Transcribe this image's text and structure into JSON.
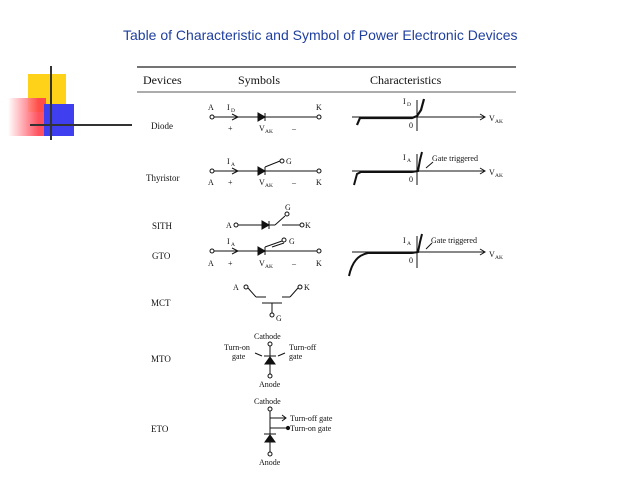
{
  "title": "Table of Characteristic and Symbol of Power Electronic Devices",
  "colors": {
    "title": "#1f3f9f",
    "deco_yellow": "#ffd21a",
    "deco_red": "#ff3f4f",
    "deco_blue": "#3f3fef"
  },
  "headers": {
    "devices": "Devices",
    "symbols": "Symbols",
    "characteristics": "Characteristics"
  },
  "devices": [
    "Diode",
    "Thyristor",
    "SITH",
    "GTO",
    "MCT",
    "MTO",
    "ETO"
  ],
  "labels": {
    "A": "A",
    "K": "K",
    "G": "G",
    "I": "I",
    "D": "D",
    "sA": "A",
    "V": "V",
    "AK": "AK",
    "plus": "+",
    "minus": "–",
    "zero": "0",
    "gate_triggered": "Gate triggered",
    "cathode": "Cathode",
    "anode": "Anode",
    "turn_on": "Turn-on",
    "turn_off": "Turn-off",
    "gate": "gate",
    "turn_off_gate": "Turn-off gate",
    "turn_on_gate": "Turn-on gate"
  }
}
